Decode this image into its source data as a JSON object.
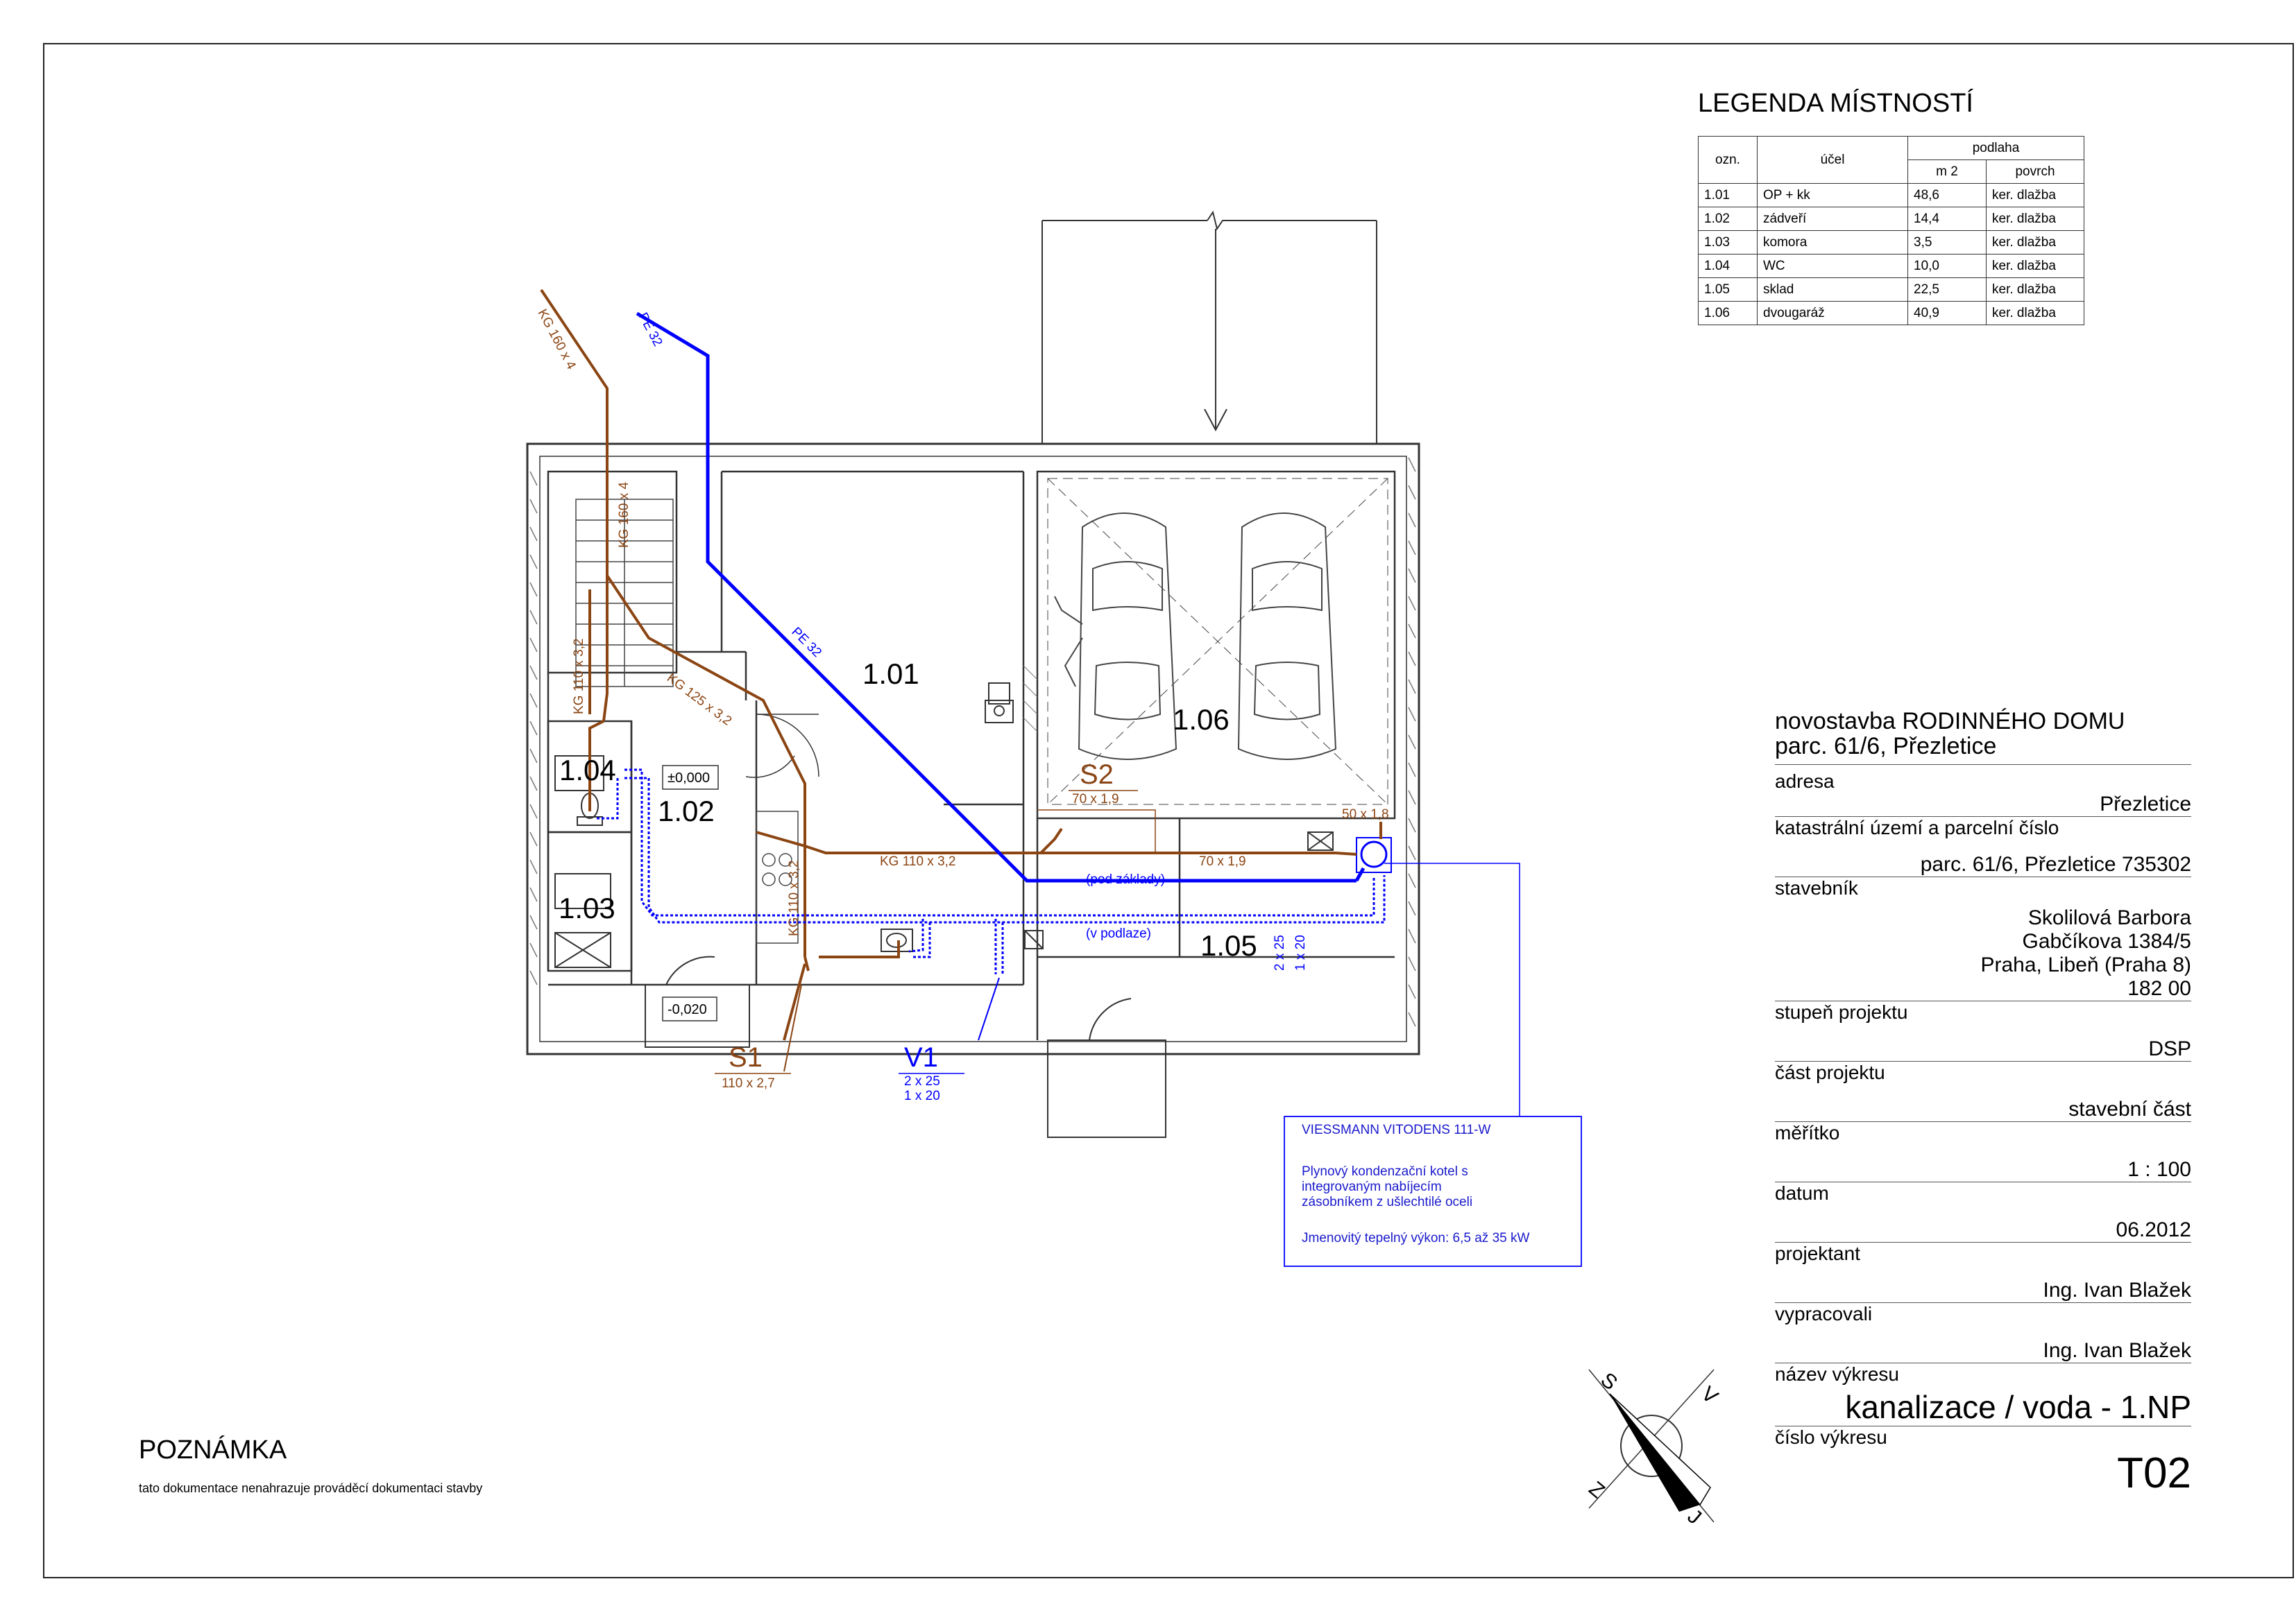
{
  "legend": {
    "title": "LEGENDA MÍSTNOSTÍ",
    "headers": {
      "ozn": "ozn.",
      "ucel": "účel",
      "podlaha": "podlaha",
      "m2": "m 2",
      "povrch": "povrch"
    },
    "rows": [
      {
        "ozn": "1.01",
        "ucel": "OP + kk",
        "m2": "48,6",
        "povrch": "ker. dlažba"
      },
      {
        "ozn": "1.02",
        "ucel": "zádveří",
        "m2": "14,4",
        "povrch": "ker. dlažba"
      },
      {
        "ozn": "1.03",
        "ucel": "komora",
        "m2": "3,5",
        "povrch": "ker. dlažba"
      },
      {
        "ozn": "1.04",
        "ucel": "WC",
        "m2": "10,0",
        "povrch": "ker. dlažba"
      },
      {
        "ozn": "1.05",
        "ucel": "sklad",
        "m2": "22,5",
        "povrch": "ker. dlažba"
      },
      {
        "ozn": "1.06",
        "ucel": "dvougaráž",
        "m2": "40,9",
        "povrch": "ker. dlažba"
      }
    ]
  },
  "title_block": {
    "project_line1": "novostavba RODINNÉHO DOMU",
    "project_line2": "parc. 61/6, Přezletice",
    "adresa_label": "adresa",
    "adresa_value": "Přezletice",
    "kat_label": "katastrální území a parcelní číslo",
    "kat_value": "parc. 61/6, Přezletice 735302",
    "stavebnik_label": "stavebník",
    "stavebnik_value1": "Skolilová Barbora",
    "stavebnik_value2": "Gabčíkova 1384/5",
    "stavebnik_value3": "Praha, Libeň (Praha 8)",
    "stavebnik_value4": "182 00",
    "stupen_label": "stupeň projektu",
    "stupen_value": "DSP",
    "cast_label": "část projektu",
    "cast_value": "stavební část",
    "meritko_label": "měřítko",
    "meritko_value": "1 : 100",
    "datum_label": "datum",
    "datum_value": "06.2012",
    "projektant_label": "projektant",
    "projektant_value": "Ing. Ivan Blažek",
    "vypracovali_label": "vypracovali",
    "vypracovali_value": "Ing. Ivan Blažek",
    "nazev_label": "název výkresu",
    "nazev_value": "kanalizace / voda - 1.NP",
    "cislo_label": "číslo výkresu",
    "cislo_value": "T02"
  },
  "note": {
    "title": "POZNÁMKA",
    "text": "tato dokumentace nenahrazuje prováděcí dokumentaci stavby"
  },
  "boiler": {
    "name": "VIESSMANN VITODENS 111-W",
    "desc1": "Plynový kondenzační kotel s",
    "desc2": "integrovaným nabíjecím",
    "desc3": "zásobníkem z ušlechtilé oceli",
    "power": "Jmenovitý tepelný výkon: 6,5 až 35 kW"
  },
  "plan": {
    "rooms": {
      "r101": "1.01",
      "r102": "1.02",
      "r103": "1.03",
      "r104": "1.04",
      "r105": "1.05",
      "r106": "1.06"
    },
    "levels": {
      "l0": "±0,000",
      "l1": "-0,020"
    },
    "pipes": {
      "kg160_a": "KG 160 x 4",
      "kg160_b": "KG 160 x 4",
      "pe32_a": "PE 32",
      "pe32_b": "PE 32",
      "kg125": "KG 125 x 3,2",
      "kg110_a": "KG 110 x 3,2",
      "kg110_b": "KG 110 x 3,2",
      "kg110_c": "KG 110 x 3,2",
      "p70_19": "70 x 1,9",
      "p50_18": "50 x 1,8",
      "p2x25": "2 x 25",
      "p1x20": "1 x 20",
      "pod_zaklady": "(pod základy)",
      "v_podlaze": "(v podlaze)"
    },
    "tags": {
      "s1": "S1",
      "s1_dim": "110 x 2,7",
      "s2": "S2",
      "s2_dim": "70 x 1,9",
      "v1": "V1",
      "v1_dim1": "2 x 25",
      "v1_dim2": "1 x 20"
    },
    "compass": {
      "s": "S",
      "v": "V",
      "z": "Z",
      "j": "J"
    }
  },
  "colors": {
    "sewer": "#8b4513",
    "water": "#0000ff",
    "wall": "#333333",
    "hatch": "#777777"
  }
}
